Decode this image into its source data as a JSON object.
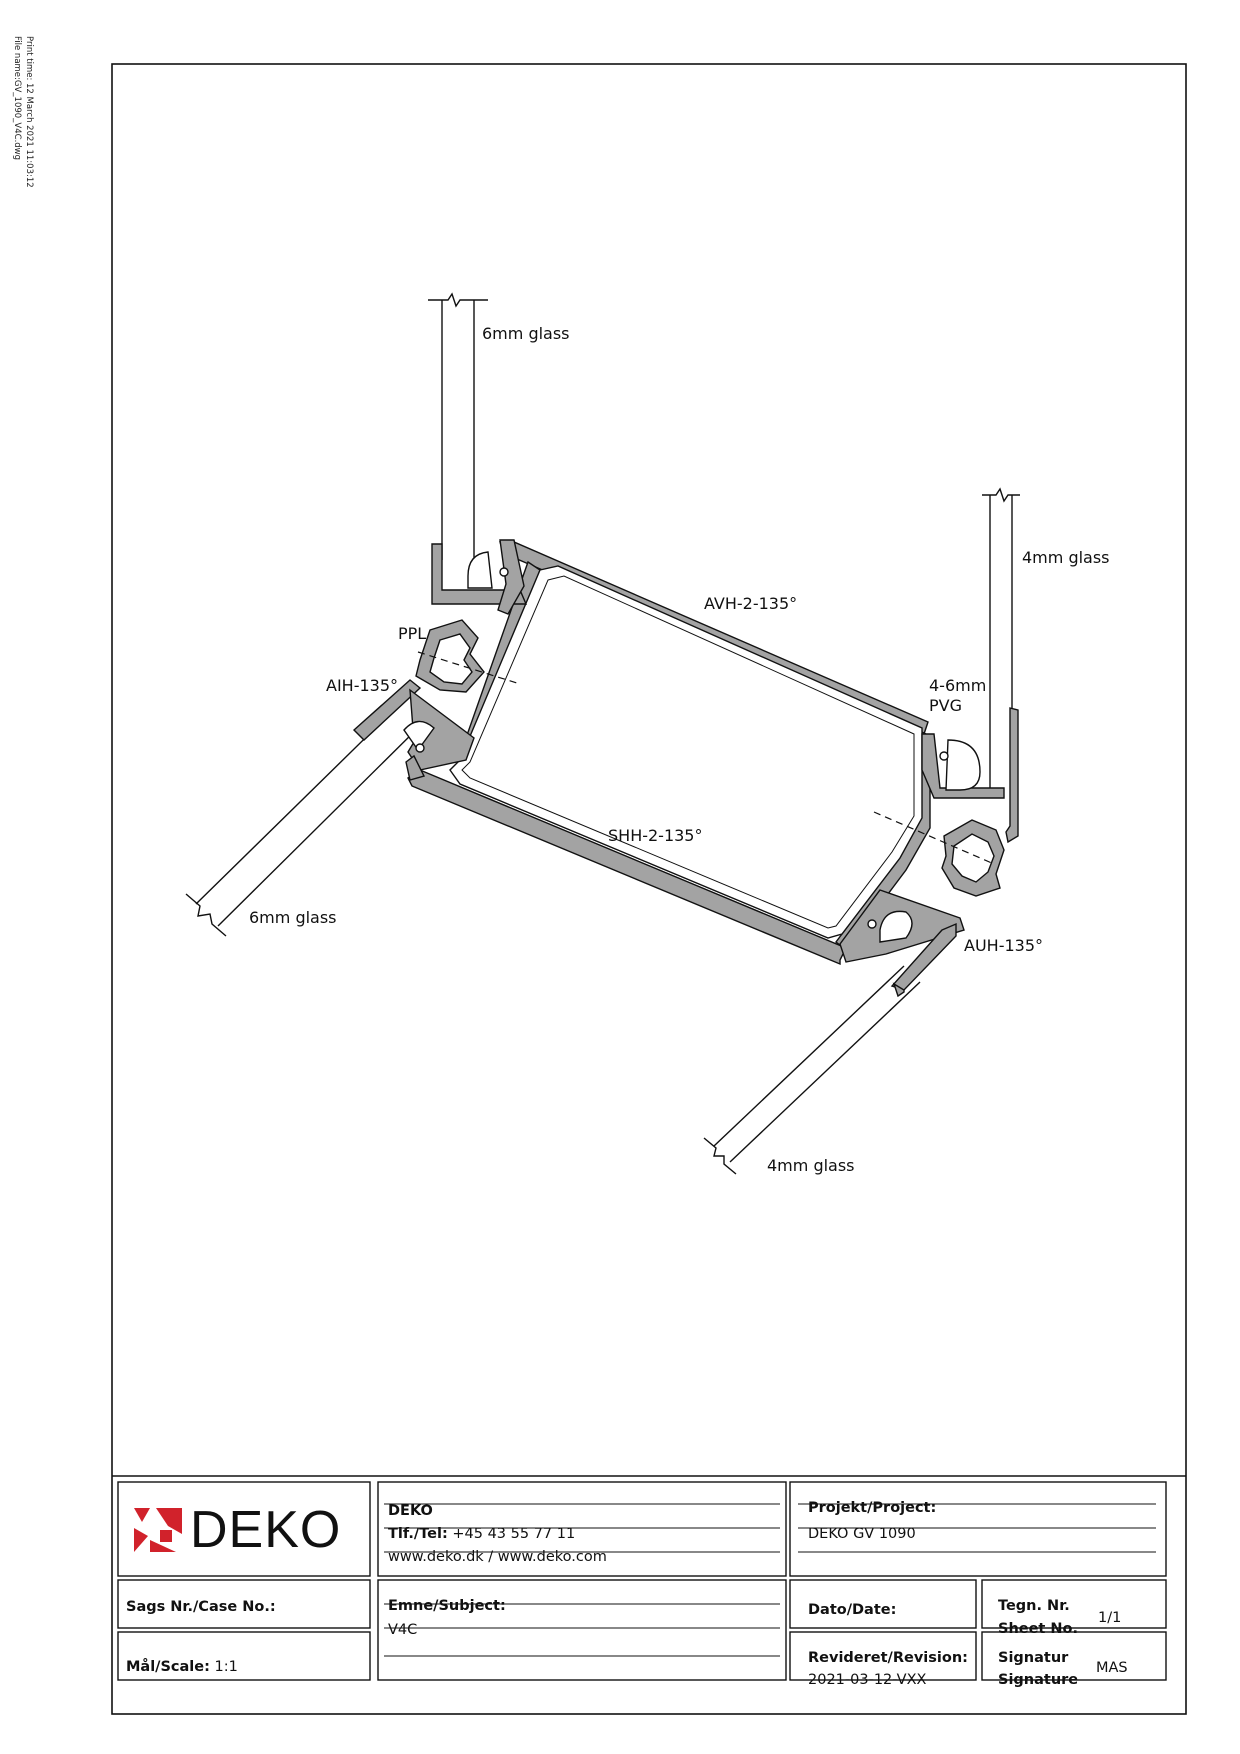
{
  "print_info": {
    "print_time": "Print time: 12 March 2021 11:03:12",
    "file_name": "File name:GV_1090_V4C.dwg"
  },
  "labels": {
    "glass_top_left": "6mm glass",
    "glass_top_right": "4mm glass",
    "glass_bottom_left": "6mm glass",
    "glass_bottom_right": "4mm glass",
    "ppl": "PPL",
    "aih": "AIH-135°",
    "avh": "AVH-2-135°",
    "pvg_size": "4-6mm",
    "pvg": "PVG",
    "shh": "SHH-2-135°",
    "auh": "AUH-135°"
  },
  "title_block": {
    "logo_text": "DEKO",
    "company": "DEKO",
    "tel_label": "Tlf./Tel:",
    "tel_value": "+45 43 55 77 11",
    "web": "www.deko.dk / www.deko.com",
    "project_label": "Projekt/Project:",
    "project_value": "DEKO GV 1090",
    "case_label": "Sags Nr./Case No.:",
    "case_value": "",
    "subject_label": "Emne/Subject:",
    "subject_value": "V4C",
    "date_label": "Dato/Date:",
    "date_value": "",
    "sheet_label_1": "Tegn. Nr.",
    "sheet_label_2": "Sheet No.",
    "sheet_value": "1/1",
    "scale_label": "Mål/Scale:",
    "scale_value": "1:1",
    "revision_label": "Revideret/Revision:",
    "revision_value": "2021-03-12-VXX",
    "signature_label_1": "Signatur",
    "signature_label_2": "Signature",
    "signature_value": "MAS"
  },
  "colors": {
    "profile_fill": "#a3a3a3",
    "line": "#111111",
    "logo_red": "#d1222b"
  }
}
